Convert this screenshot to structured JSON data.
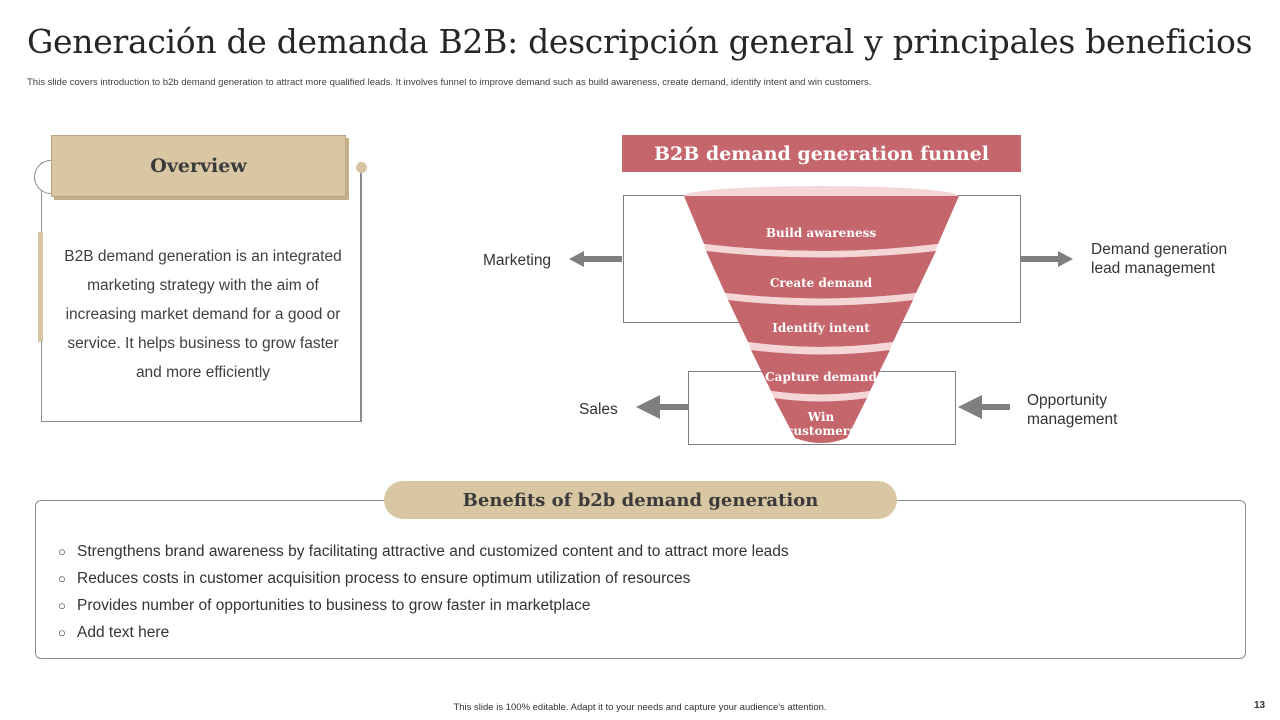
{
  "slide": {
    "title": "Generación de demanda B2B: descripción general y principales beneficios",
    "subtitle": "This slide covers introduction to b2b demand generation to attract more qualified leads. It involves funnel to improve demand such as build awareness, create demand, identify intent and win customers.",
    "footer": "This slide is 100% editable. Adapt it to your needs and capture your audience's attention.",
    "page_number": "13"
  },
  "overview": {
    "header": "Overview",
    "text": "B2B demand generation is an integrated marketing strategy with the aim of increasing market demand for a good or service. It helps business to grow faster and more efficiently"
  },
  "funnel": {
    "title": "B2B demand generation funnel",
    "stages": [
      "Build awareness",
      "Create demand",
      "Identify intent",
      "Capture demand",
      "Win customers"
    ],
    "left_labels": {
      "top": "Marketing",
      "bottom": "Sales"
    },
    "right_labels": {
      "top": "Demand generation lead management",
      "bottom": "Opportunity management"
    }
  },
  "benefits": {
    "header": "Benefits of  b2b demand generation",
    "items": [
      "Strengthens brand awareness by facilitating attractive  and customized  content  and to attract more leads",
      "Reduces costs in  customer acquisition process  to ensure optimum utilization of resources",
      "Provides number  of opportunities to business to grow  faster in marketplace",
      "Add text here"
    ]
  },
  "colors": {
    "accent_red": "#c4666b",
    "accent_tan": "#d9c7a3",
    "funnel_light": "#f4d6d7"
  }
}
